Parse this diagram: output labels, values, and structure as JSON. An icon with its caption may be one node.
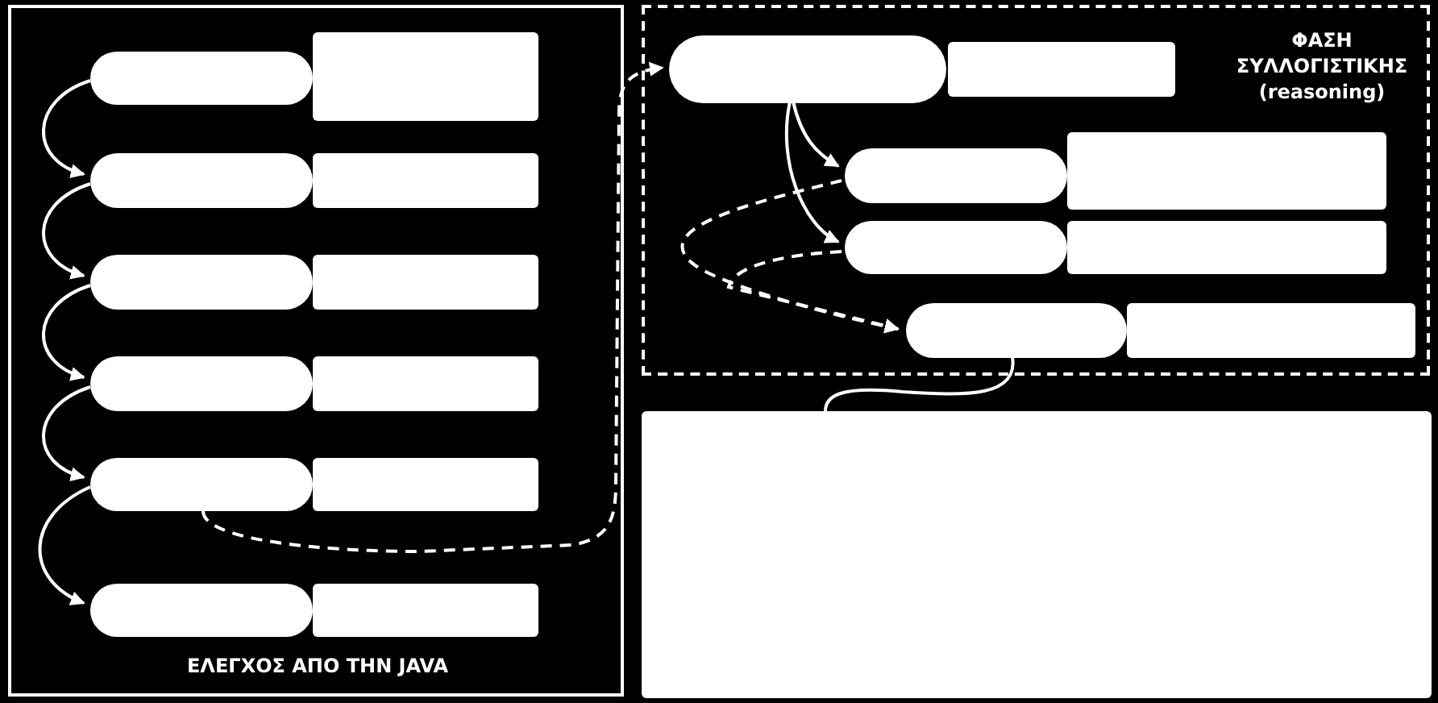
{
  "diagram": {
    "nodes": [
      {
        "text": [
          "ΕΛΕΓΧΟΣ ΑΠΟ ΤΗΝ JAVA"
        ]
      },
      {
        "text": [],
        "shape": "pill",
        "in": 0
      },
      {
        "text": [],
        "shape": "box",
        "in": 0
      },
      {
        "text": [],
        "shape": "pill",
        "in": 0
      },
      {
        "text": [],
        "shape": "box",
        "in": 0
      },
      {
        "text": [],
        "shape": "pill",
        "in": 0
      },
      {
        "text": [],
        "shape": "box",
        "in": 0
      },
      {
        "text": [],
        "shape": "pill",
        "in": 0
      },
      {
        "text": [],
        "shape": "box",
        "in": 0
      },
      {
        "text": [],
        "shape": "pill",
        "in": 0
      },
      {
        "text": [],
        "shape": "box",
        "in": 0
      },
      {
        "text": [],
        "shape": "pill",
        "in": 0
      },
      {
        "text": [],
        "shape": "box",
        "in": 0
      },
      {
        "text": [
          "ΦΑΣΗ ΣΥΛΛΟΓΙΣΤΙΚΗΣ (reasoning)"
        ]
      },
      {
        "text": [],
        "shape": "pill",
        "in": 13
      },
      {
        "text": [],
        "shape": "box",
        "in": 13
      },
      {
        "text": [],
        "shape": "pill",
        "in": 13
      },
      {
        "text": [],
        "shape": "box",
        "in": 13
      },
      {
        "text": [],
        "shape": "pill",
        "in": 13
      },
      {
        "text": [],
        "shape": "box",
        "in": 13
      },
      {
        "text": [],
        "shape": "pill",
        "in": 13
      },
      {
        "text": [],
        "shape": "box",
        "in": 13
      },
      {
        "text": [],
        "shape": "box"
      }
    ],
    "edges": [
      {
        "from": 1,
        "to": 3,
        "arrow": "to"
      },
      {
        "from": 3,
        "to": 5,
        "arrow": "to"
      },
      {
        "from": 5,
        "to": 7,
        "arrow": "to"
      },
      {
        "from": 7,
        "to": 9,
        "arrow": "to"
      },
      {
        "from": 9,
        "to": 11,
        "arrow": "to"
      },
      {
        "from": 9,
        "to": 14,
        "arrow": "to",
        "style": "dashed"
      },
      {
        "from": 14,
        "to": 16,
        "arrow": "to"
      },
      {
        "from": 14,
        "to": 18,
        "arrow": "to"
      },
      {
        "from": 16,
        "to": 20,
        "arrow": "to",
        "style": "dashed"
      },
      {
        "from": 18,
        "to": 20,
        "arrow": "to",
        "style": "dashed"
      },
      {
        "from": 20,
        "to": 22,
        "arrow": "none"
      }
    ]
  }
}
